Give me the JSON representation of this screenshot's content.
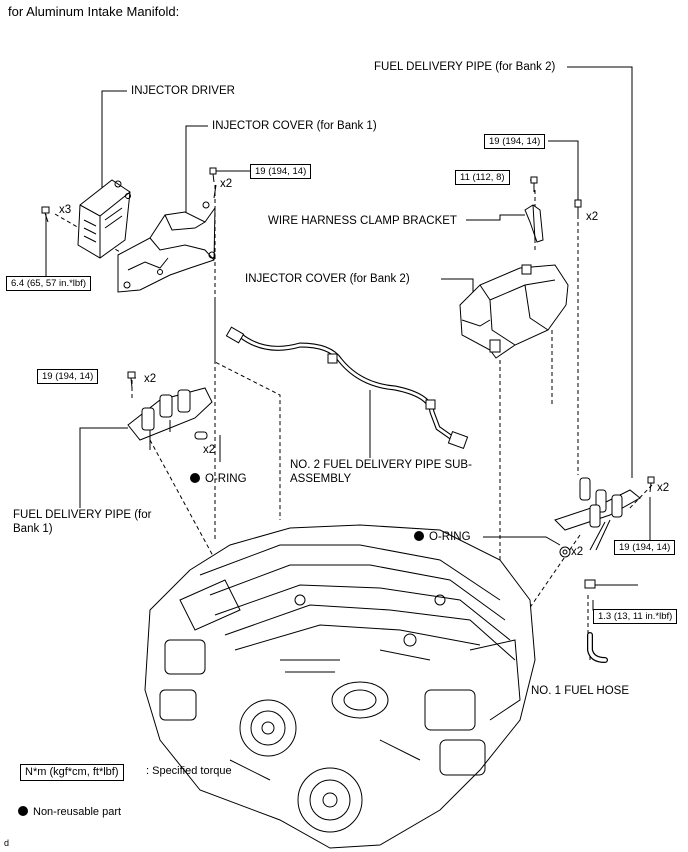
{
  "caption": "for Aluminum Intake Manifold:",
  "figure_code": "d",
  "labels": {
    "injector_driver": "INJECTOR DRIVER",
    "injector_cover_bank1": "INJECTOR COVER (for Bank 1)",
    "fuel_delivery_pipe_bank2": "FUEL DELIVERY PIPE (for Bank 2)",
    "wire_harness_clamp_bracket": "WIRE HARNESS CLAMP BRACKET",
    "injector_cover_bank2": "INJECTOR COVER (for Bank 2)",
    "no2_fuel_delivery_pipe": "NO. 2 FUEL DELIVERY PIPE SUB-ASSEMBLY",
    "fuel_delivery_pipe_bank1": "FUEL DELIVERY PIPE (for Bank 1)",
    "o_ring_left": "O-RING",
    "o_ring_right": "O-RING",
    "no1_fuel_hose": "NO. 1 FUEL HOSE"
  },
  "torques": {
    "injector_driver_bolt": "6.4 (65, 57 in.*lbf)",
    "injector_cover_bank1_bolt": "19 (194, 14)",
    "fuel_pipe_bank2_bolt": "19 (194, 14)",
    "clamp_bracket_bolt": "11 (112, 8)",
    "fuel_pipe_bank1_bolt": "19 (194, 14)",
    "fuel_pipe_bank2_lower_bolt": "19 (194, 14)",
    "fuel_hose_bolt": "1.3 (13, 11 in.*lbf)"
  },
  "quantities": {
    "injector_driver_bolt": "x3",
    "injector_cover_bank1_bolt": "x2",
    "fuel_pipe_bank2_bolt": "x2",
    "fuel_pipe_bank1_bolt": "x2",
    "o_ring_left": "x2",
    "fuel_pipe_bank2_lower_bolt": "x2",
    "o_ring_right": "x2"
  },
  "legend": {
    "torque_unit": "N*m (kgf*cm, ft*lbf)",
    "torque_desc": ": Specified torque",
    "non_reusable": "Non-reusable part"
  },
  "colors": {
    "line": "#000000",
    "background": "#ffffff"
  }
}
